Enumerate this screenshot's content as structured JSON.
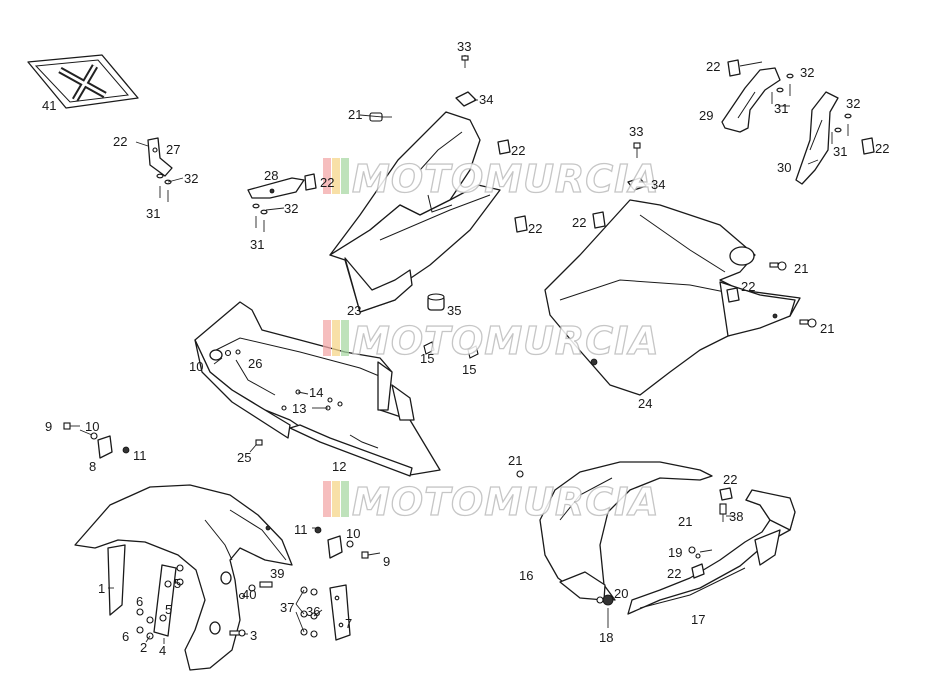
{
  "watermark": {
    "text": "MOTOMURCIA",
    "colors": [
      "#f3a8a8",
      "#f5d58a",
      "#a9d8a4"
    ]
  },
  "callouts": [
    "41",
    "22",
    "27",
    "32",
    "31",
    "28",
    "22",
    "32",
    "31",
    "33",
    "21",
    "34",
    "22",
    "22",
    "23",
    "35",
    "15",
    "15",
    "10",
    "26",
    "14",
    "13",
    "9",
    "10",
    "8",
    "11",
    "25",
    "12",
    "33",
    "34",
    "22",
    "21",
    "22",
    "21",
    "24",
    "22",
    "32",
    "29",
    "31",
    "32",
    "30",
    "31",
    "22",
    "21",
    "22",
    "38",
    "21",
    "19",
    "22",
    "16",
    "20",
    "18",
    "17",
    "11",
    "10",
    "9",
    "39",
    "40",
    "37",
    "36",
    "7",
    "1",
    "5",
    "6",
    "5",
    "6",
    "2",
    "4",
    "3"
  ]
}
